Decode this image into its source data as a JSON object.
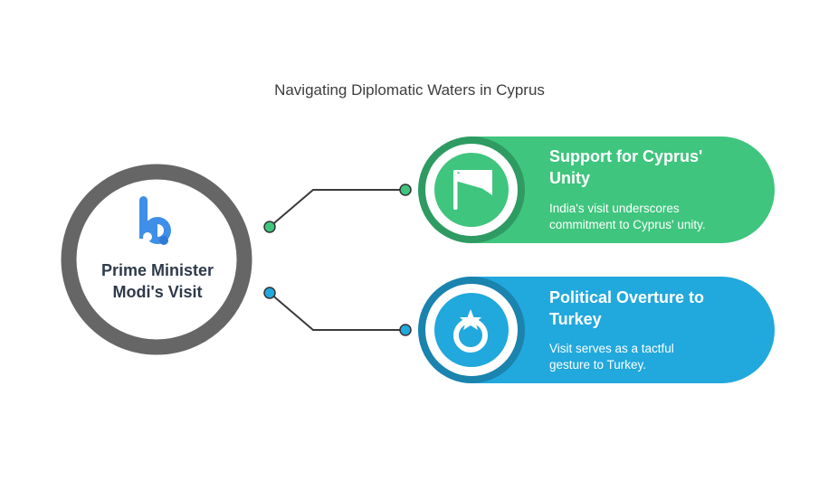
{
  "title": "Navigating Diplomatic Waters in Cyprus",
  "hub": {
    "label_line1": "Prime Minister",
    "label_line2": "Modi's Visit",
    "icon": "logo-b-icon",
    "ring_color": "#666666",
    "icon_color": "#3f8ee8"
  },
  "branches": [
    {
      "title_line1": "Support for Cyprus'",
      "title_line2": "Unity",
      "desc_line1": "India's visit underscores",
      "desc_line2": "commitment to Cyprus' unity.",
      "icon": "flag-icon",
      "color": "#3fc57e",
      "dark_color": "#2e9b62"
    },
    {
      "title_line1": "Political Overture to",
      "title_line2": "Turkey",
      "desc_line1": "Visit serves as a tactful",
      "desc_line2": "gesture to Turkey.",
      "icon": "crescent-star-icon",
      "color": "#21a8dd",
      "dark_color": "#1a83ae"
    }
  ]
}
